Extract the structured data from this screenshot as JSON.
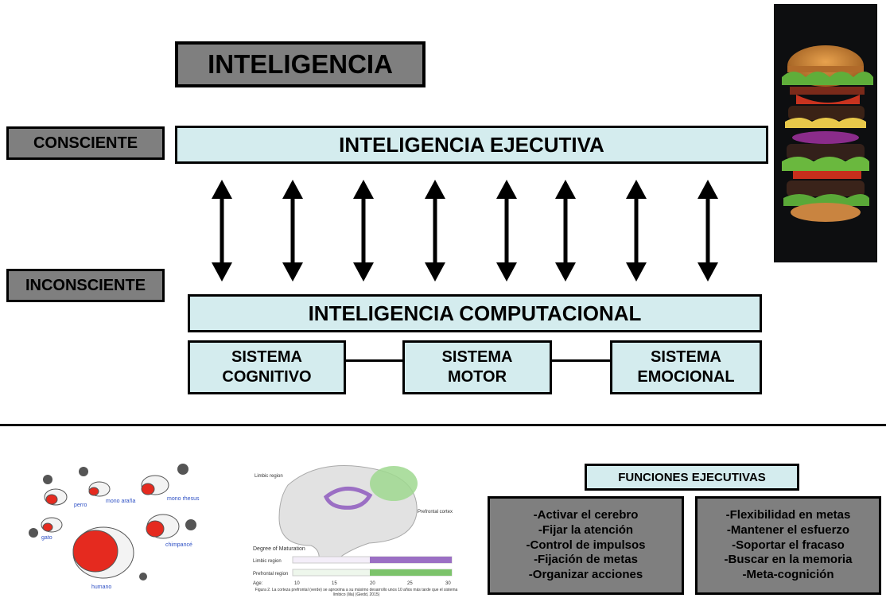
{
  "title": "INTELIGENCIA",
  "labels": {
    "conscious": "CONSCIENTE",
    "unconscious": "INCONSCIENTE"
  },
  "executive": "INTELIGENCIA EJECUTIVA",
  "computational": "INTELIGENCIA COMPUTACIONAL",
  "systems": [
    {
      "label": "SISTEMA\nCOGNITIVO"
    },
    {
      "label": "SISTEMA\nMOTOR"
    },
    {
      "label": "SISTEMA\nEMOCIONAL"
    }
  ],
  "functions": {
    "title": "FUNCIONES EJECUTIVAS",
    "left": [
      "-Activar el cerebro",
      "-Fijar la atención",
      "-Control de impulsos",
      "-Fijación de metas",
      "-Organizar acciones"
    ],
    "right": [
      "-Flexibilidad en metas",
      "-Mantener el esfuerzo",
      "-Soportar el fracaso",
      "-Buscar en la memoria",
      "-Meta-cognición"
    ]
  },
  "brain_figure": {
    "labels": [
      "Limbic region",
      "Prefrontal cortex",
      "Degree of Maturation",
      "Limbic region",
      "Prefrontal region",
      "Age:"
    ],
    "ticks": [
      "10",
      "15",
      "20",
      "25",
      "30"
    ],
    "caption": "Figura 2. La corteza prefrontal (verde) se aproxima a su máximo desarrollo unos 10 años más tarde que el sistema límbico (lila) (Giedd, 2015)",
    "colors": {
      "limbic": "#9b6fc4",
      "prefrontal": "#7cc36b"
    }
  },
  "species_figure": {
    "labels": [
      "perro",
      "mono araña",
      "mono rhesus",
      "gato",
      "chimpancé",
      "humano"
    ],
    "accent": "#e52a1f"
  }
}
